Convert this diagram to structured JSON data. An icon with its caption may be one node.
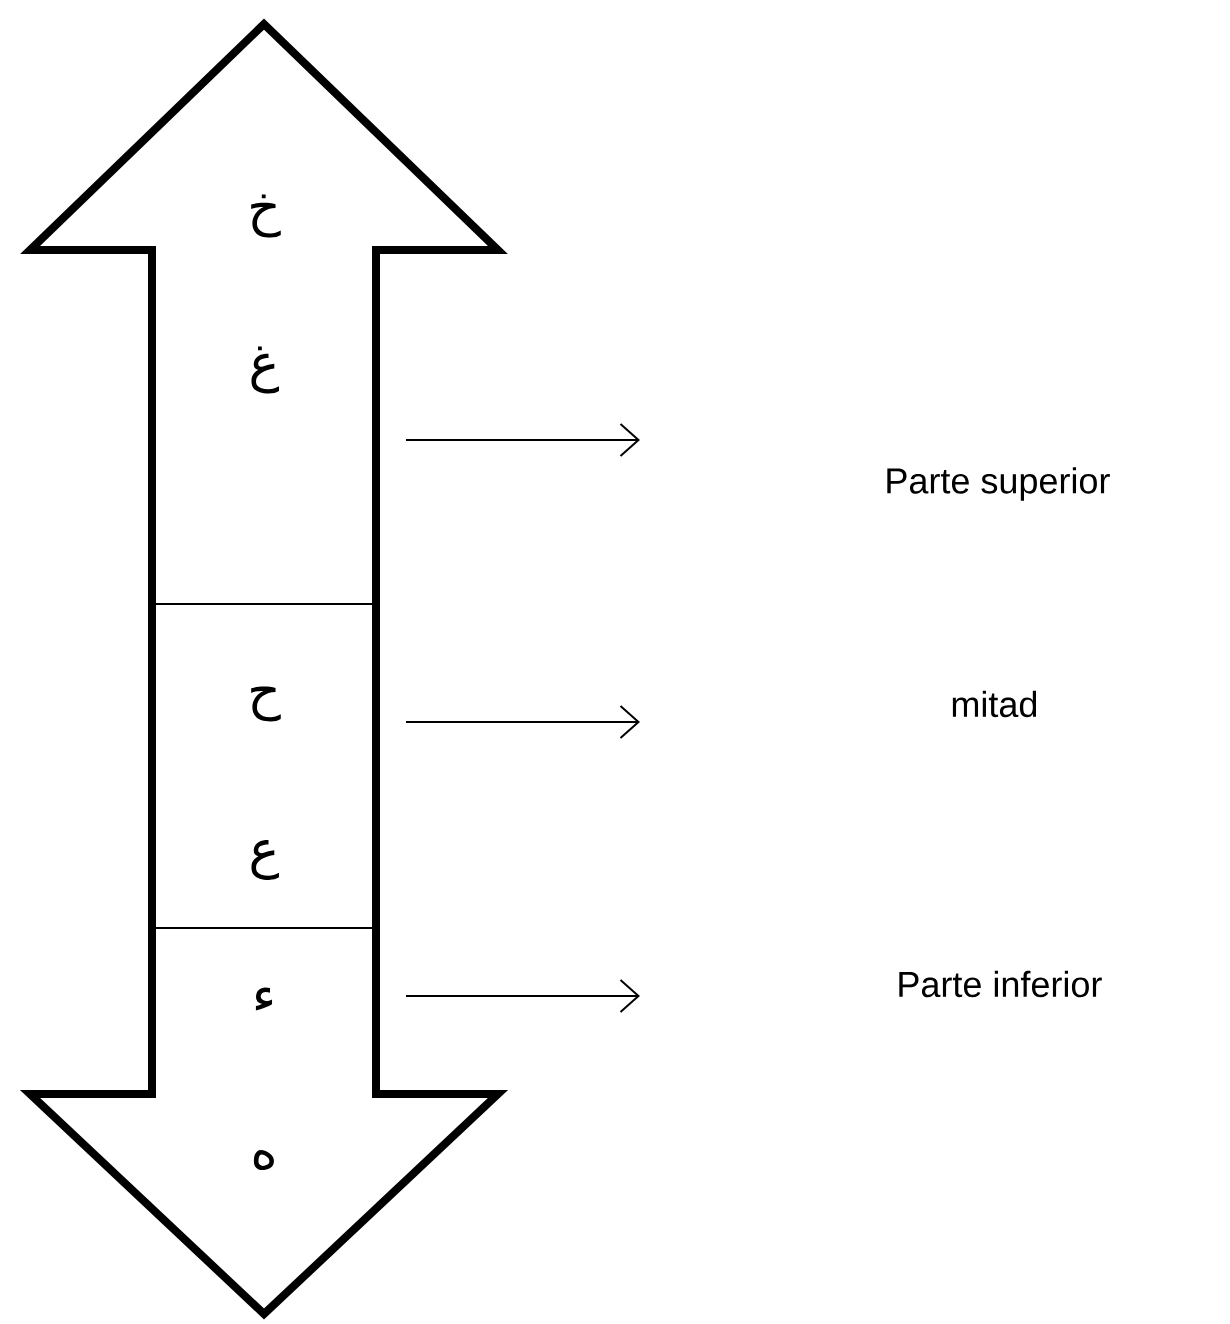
{
  "diagram": {
    "nodes": [
      {
        "text": [
          "خ",
          "غ"
        ]
      },
      {
        "text": [
          "ح",
          "ع"
        ]
      },
      {
        "text": [
          "ء",
          "ه"
        ]
      }
    ],
    "edges": [
      {
        "from": 0,
        "to": null,
        "arrow": "to"
      },
      {
        "from": 1,
        "to": null,
        "arrow": "to"
      },
      {
        "from": 2,
        "to": null,
        "arrow": "to"
      }
    ],
    "labels": [
      "Parte superior",
      "mitad",
      "Parte inferior"
    ]
  }
}
